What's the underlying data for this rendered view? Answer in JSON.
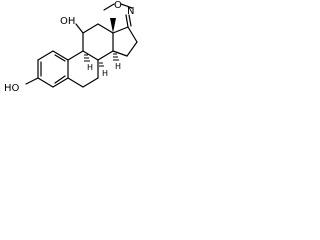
{
  "molecule": {
    "labels": {
      "hydroxyl_top": "OH",
      "hydroxyl_left": "HO",
      "oxime_nitrogen": "N",
      "oxime_oxygen": "O",
      "stereo_h_1": "H",
      "stereo_h_2": "H",
      "stereo_h_3": "H"
    }
  },
  "colors": {
    "ink": "#000000",
    "background": "#ffffff"
  }
}
